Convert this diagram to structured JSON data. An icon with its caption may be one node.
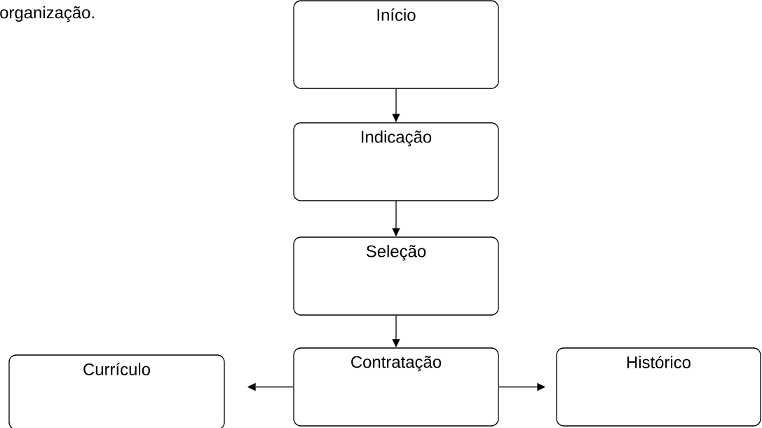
{
  "diagram": {
    "nodes": [
      {
        "text": [
          "Início"
        ]
      },
      {
        "text": [
          "Indicação"
        ]
      },
      {
        "text": [
          "Seleção"
        ]
      },
      {
        "text": [
          "Contratação"
        ]
      },
      {
        "text": [
          "Currículo"
        ]
      },
      {
        "text": [
          "Histórico"
        ]
      }
    ],
    "edges": [
      {
        "from": 0,
        "to": 1,
        "arrow": "to"
      },
      {
        "from": 1,
        "to": 2,
        "arrow": "to"
      },
      {
        "from": 2,
        "to": 3,
        "arrow": "to"
      },
      {
        "from": 3,
        "to": 4,
        "arrow": "to"
      },
      {
        "from": 3,
        "to": 5,
        "arrow": "to"
      }
    ],
    "labels": [
      "organização."
    ]
  }
}
